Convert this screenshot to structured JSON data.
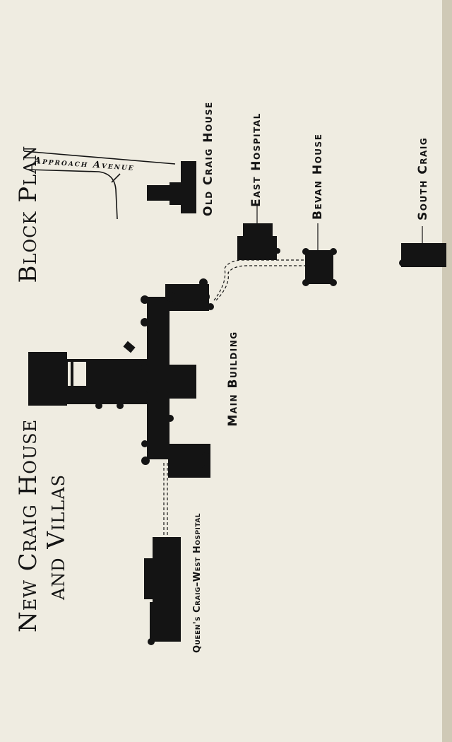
{
  "title": {
    "block_plan": "Block Plan",
    "line1": "New Craig House",
    "line2": "and Villas"
  },
  "labels": {
    "approach_avenue": "Approach Avenue",
    "old_craig_house": "Old Craig House",
    "east_hospital": "East Hospital",
    "bevan_house": "Bevan House",
    "south_craig": "South Craig",
    "main_building": "Main Building",
    "queens_craig": "Queen's Craig–West Hospital"
  },
  "colors": {
    "paper": "#efece1",
    "ink": "#141414"
  }
}
